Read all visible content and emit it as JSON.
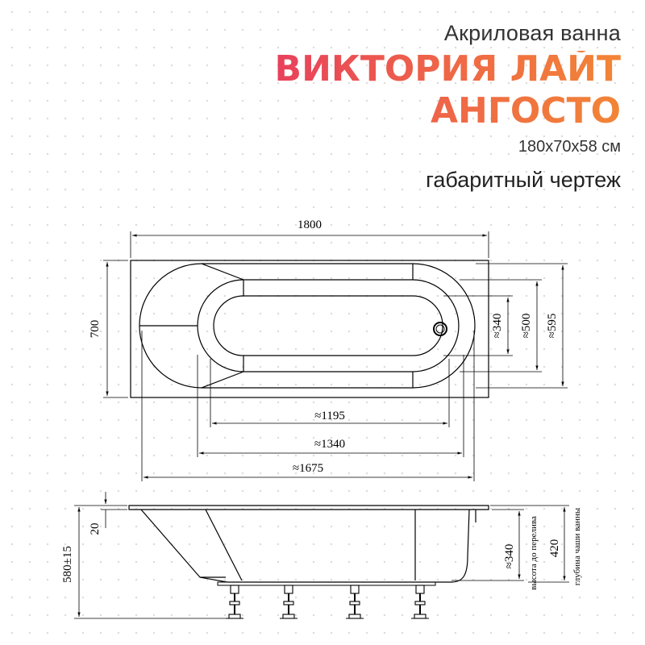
{
  "header": {
    "subtitle": "Акриловая ванна",
    "name_line1": "ВИКТОРИЯ ЛАЙТ",
    "name_line2": "АНГОСТО",
    "dimensions": "180x70x58 см",
    "drawing_title": "габаритный чертеж"
  },
  "colors": {
    "gradient_start": "#e8415c",
    "gradient_end": "#f28536"
  },
  "top_view": {
    "length": "1800",
    "width": "700",
    "inner_width_1": "≈340",
    "inner_width_2": "≈500",
    "inner_width_3": "≈595",
    "inner_length_1": "≈1195",
    "inner_length_2": "≈1340",
    "inner_length_3": "≈1675"
  },
  "side_view": {
    "total_height": "580±15",
    "rim": "20",
    "overflow_height": "≈340",
    "overflow_label": "высота до перелива",
    "bowl_depth": "420",
    "bowl_depth_label": "глубина чаши ванны"
  }
}
